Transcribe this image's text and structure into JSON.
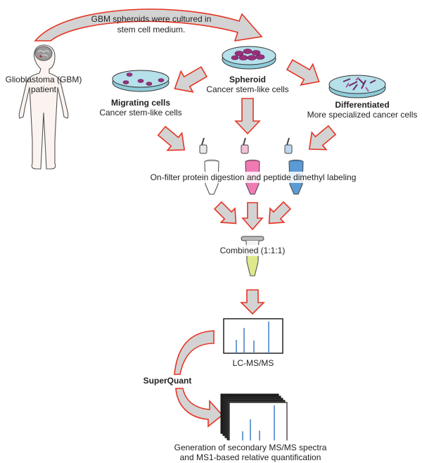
{
  "diagram": {
    "patient": {
      "label_line1": "Glioblastoma (GBM)",
      "label_line2": "patient"
    },
    "culture_step": {
      "line1": "GBM spheroids were cultured in",
      "line2": "stem cell medium."
    },
    "spheroid": {
      "title": "Spheroid",
      "subtitle": "Cancer stem-like cells"
    },
    "migrating": {
      "title": "Migrating cells",
      "subtitle": "Cancer stem-like cells"
    },
    "differentiated": {
      "title": "Differentiated",
      "subtitle": "More specialized cancer cells"
    },
    "labeling_step": "On-filter protein digestion and peptide dimethyl labeling",
    "combined_step": "Combined (1:1:1)",
    "lcms_step": "LC-MS/MS",
    "software": "SuperQuant",
    "final_step": {
      "line1": "Generation of secondary MS/MS spectra",
      "line2": "and MS1-based relative quantification"
    },
    "colors": {
      "arrow_outline": "#e63323",
      "arrow_fill": "#d3d3d3",
      "tube_light": "#ffffff",
      "tube_medium": "#f07bb4",
      "tube_heavy": "#5b9bd5",
      "combined_tube": "#dfe88a",
      "spectrum_peaks": "#4a86c8"
    }
  }
}
